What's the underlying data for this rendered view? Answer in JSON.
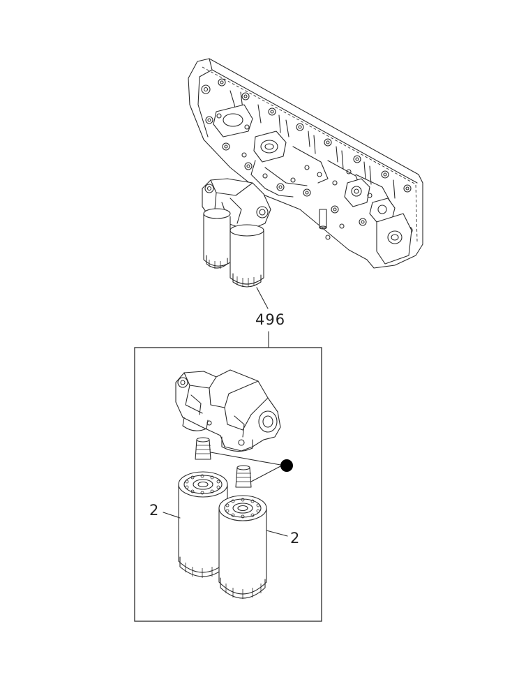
{
  "callouts": {
    "assembly_ref": "496",
    "filter_left": "2",
    "filter_right": "2"
  },
  "colors": {
    "line": "#2a2a2a",
    "background": "#ffffff",
    "marker": "#000000"
  }
}
